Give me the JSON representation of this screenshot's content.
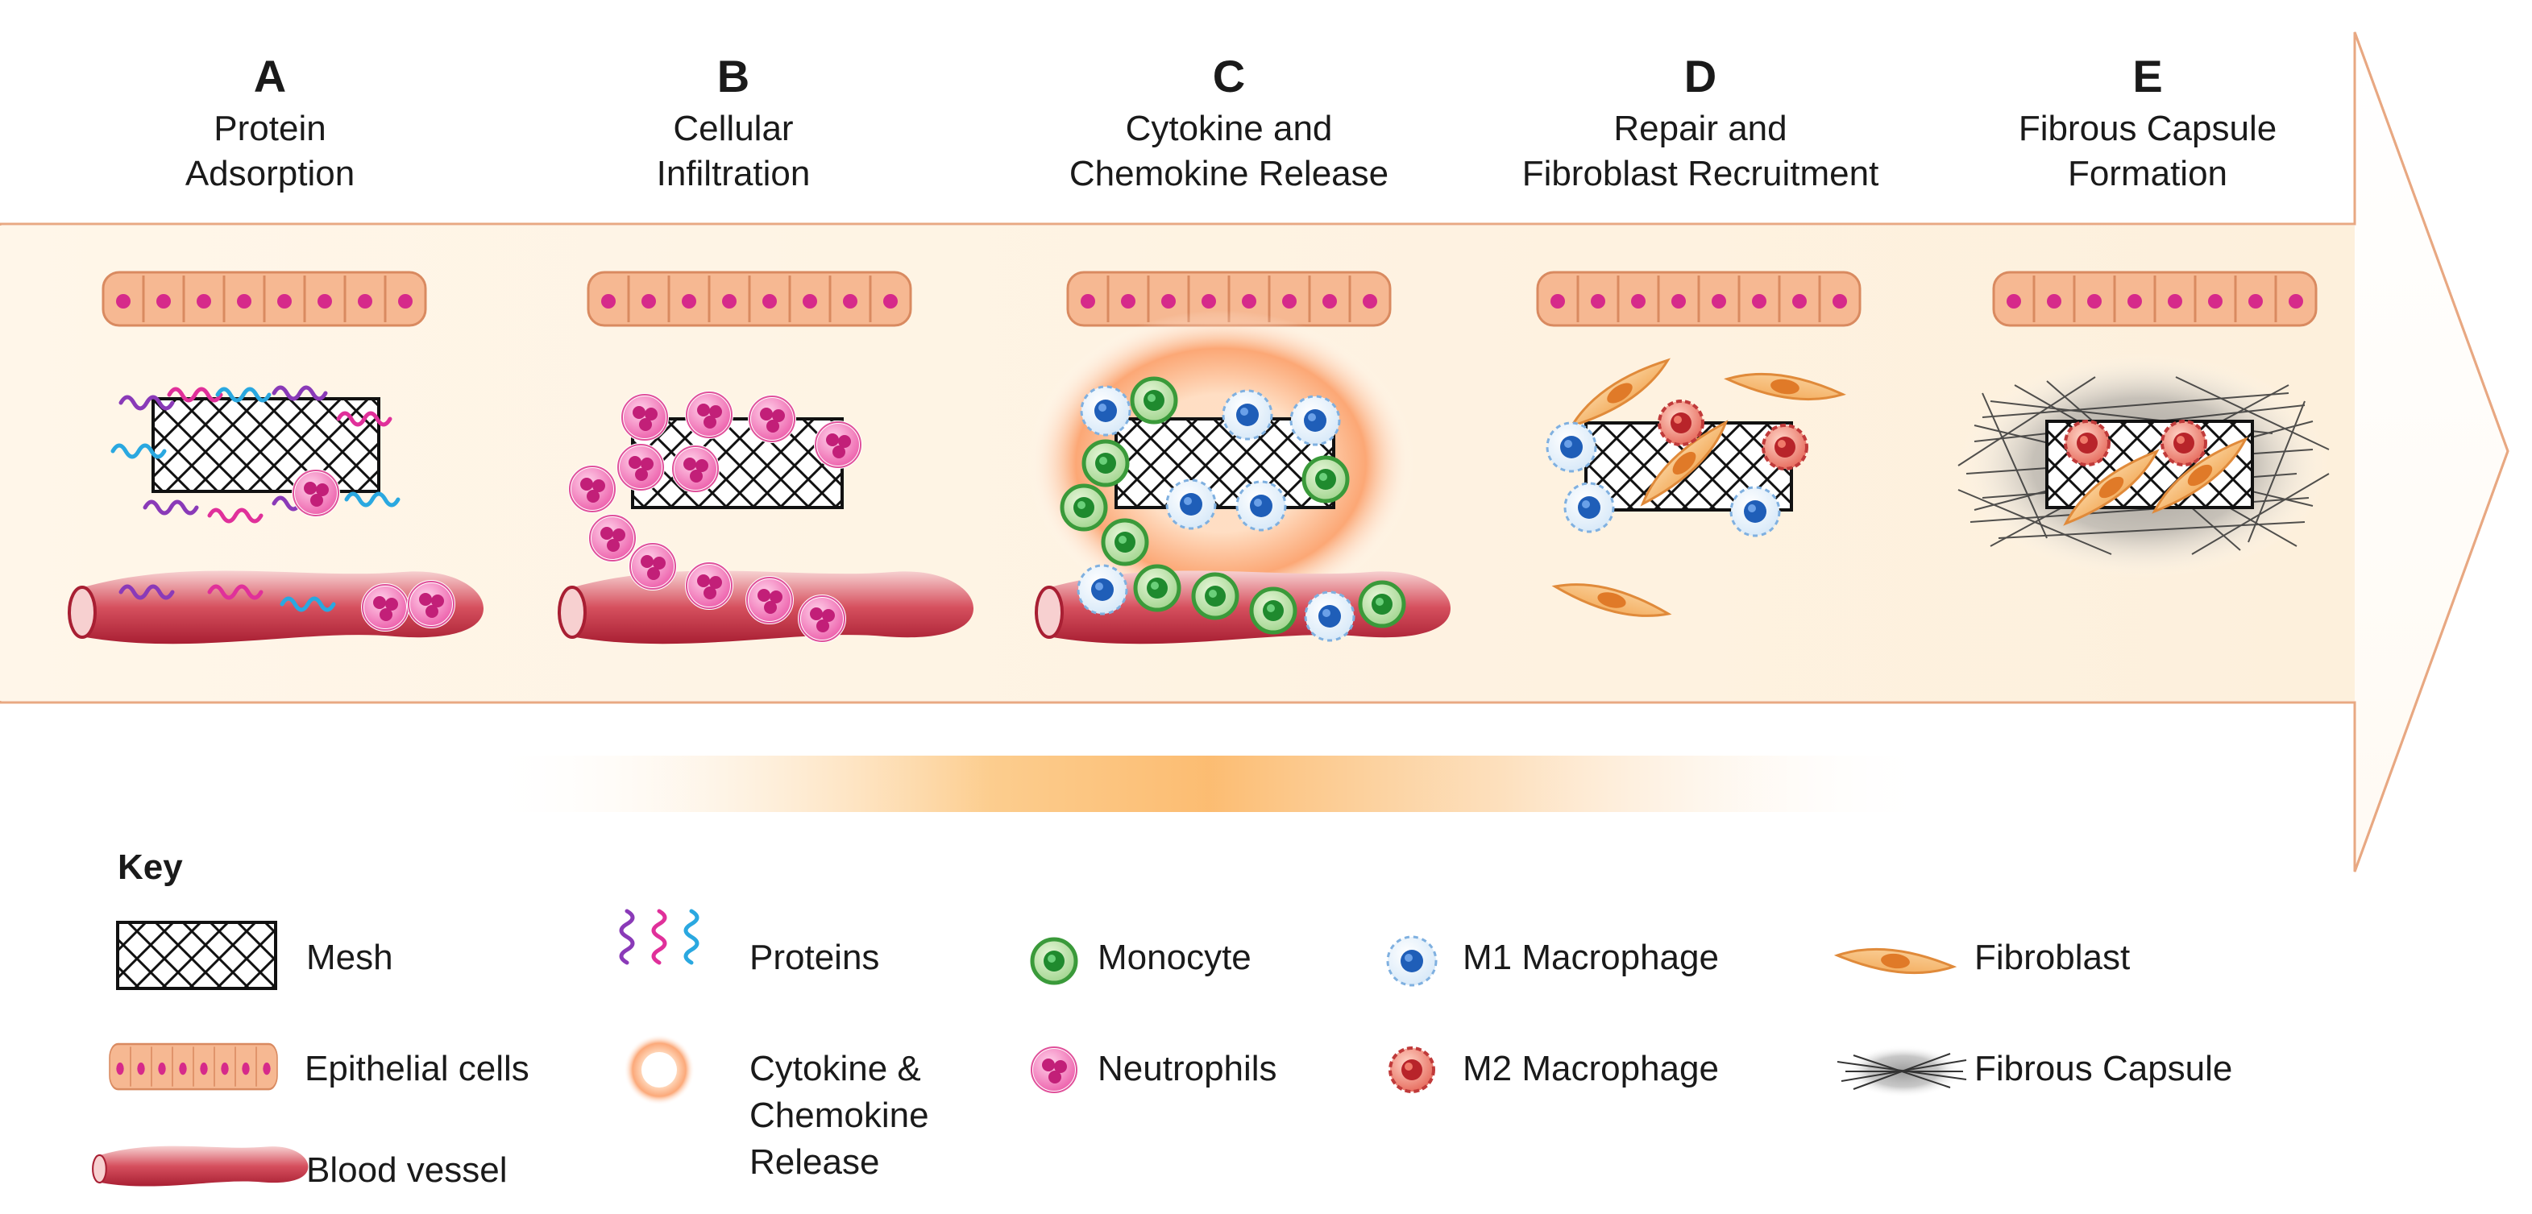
{
  "stages": [
    {
      "letter": "A",
      "title_line1": "Protein",
      "title_line2": "Adsorption"
    },
    {
      "letter": "B",
      "title_line1": "Cellular",
      "title_line2": "Infiltration"
    },
    {
      "letter": "C",
      "title_line1": "Cytokine and",
      "title_line2": "Chemokine Release"
    },
    {
      "letter": "D",
      "title_line1": "Repair and",
      "title_line2": "Fibroblast Recruitment"
    },
    {
      "letter": "E",
      "title_line1": "Fibrous Capsule",
      "title_line2": "Formation"
    }
  ],
  "key": {
    "title": "Key",
    "items": {
      "mesh": "Mesh",
      "epithelial": "Epithelial cells",
      "blood_vessel": "Blood vessel",
      "proteins": "Proteins",
      "cytokine_line1": "Cytokine &",
      "cytokine_line2": "Chemokine",
      "cytokine_line3": "Release",
      "monocyte": "Monocyte",
      "neutrophils": "Neutrophils",
      "m1": "M1 Macrophage",
      "m2": "M2 Macrophage",
      "fibroblast": "Fibroblast",
      "fibrous_capsule": "Fibrous Capsule"
    }
  },
  "colors": {
    "arrow_fill": "#fdf3e6",
    "arrow_stroke": "#e8a882",
    "epithelial": "#f4b38f",
    "epithelial_nucleus": "#d62a8a",
    "vessel": "#c8374a",
    "neutrophil": "#ee5ca8",
    "monocyte": "#3aa04a",
    "m1": "#2a66c0",
    "m2": "#d63a3a",
    "fibroblast": "#f0a04a",
    "protein_purple": "#8a3ab8",
    "protein_pink": "#e0309a",
    "protein_blue": "#2aa8e0"
  }
}
